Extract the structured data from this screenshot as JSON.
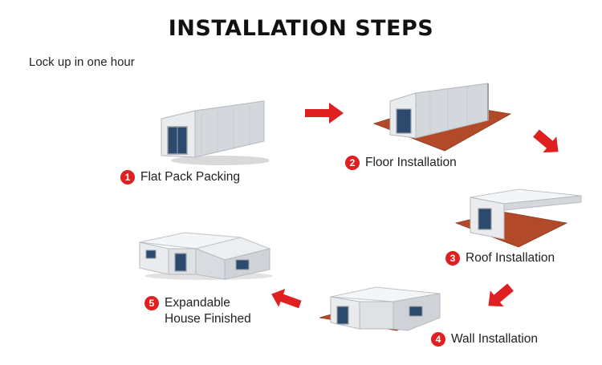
{
  "title": "INSTALLATION STEPS",
  "subtitle": "Lock up in one hour",
  "colors": {
    "accent": "#e02020",
    "floor": "#b24a2a",
    "wall": "#e8eaec",
    "window": "#2c4a6e"
  },
  "steps": [
    {
      "number": "1",
      "label": "Flat Pack Packing"
    },
    {
      "number": "2",
      "label": "Floor Installation"
    },
    {
      "number": "3",
      "label": "Roof Installation"
    },
    {
      "number": "4",
      "label": "Wall Installation"
    },
    {
      "number": "5",
      "label_line1": "Expandable",
      "label_line2": "House Finished"
    }
  ]
}
